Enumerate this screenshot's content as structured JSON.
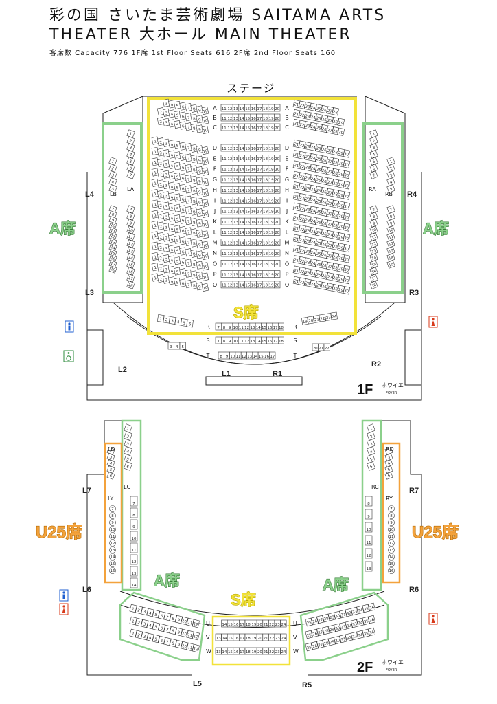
{
  "header": {
    "title_line1": "彩の国 さいたま芸術劇場 SAITAMA ARTS",
    "title_line2": "THEATER 大ホール MAIN THEATER",
    "capacity_line": "客席数 Capacity  776 1F席 1st Floor Seats 616 2F席 2nd Floor Seats 160"
  },
  "stage_label": "ステージ",
  "zones": {
    "s_seat": "S席",
    "a_seat": "A席",
    "u25_seat": "U25席"
  },
  "colors": {
    "s_zone": "#f2e23a",
    "a_zone": "#8bd08b",
    "u25_zone": "#f3a23c",
    "male_restroom": "#1f5fd1",
    "female_restroom": "#d8391a",
    "accessible": "#2e8b3c"
  },
  "floor1": {
    "floor_label": "1F",
    "foyer_jp": "ホワイエ",
    "foyer_en": "FOYER",
    "center_rows": [
      "A",
      "B",
      "C",
      "D",
      "E",
      "F",
      "G",
      "H",
      "I",
      "J",
      "K",
      "L",
      "M",
      "N",
      "O",
      "P",
      "Q"
    ],
    "rear_rows": [
      "R",
      "S",
      "T"
    ],
    "side_boxes": {
      "left_outer": "LB",
      "left_inner": "LA",
      "right_inner": "RA",
      "right_outer": "RB"
    },
    "doors": [
      "L4",
      "L3",
      "L2",
      "L1",
      "R1",
      "R2",
      "R3",
      "R4"
    ]
  },
  "floor2": {
    "floor_label": "2F",
    "foyer_jp": "ホワイエ",
    "foyer_en": "FOYER",
    "rows": [
      "U",
      "V",
      "W"
    ],
    "side_boxes": {
      "left_d": "LD",
      "left_c": "LC",
      "left_y": "LY",
      "right_d": "RD",
      "right_c": "RC",
      "right_y": "RY"
    },
    "doors": [
      "L7",
      "L6",
      "L5",
      "R7",
      "R6",
      "R5"
    ]
  },
  "icons": [
    "male-restroom-icon",
    "female-restroom-icon",
    "wheelchair-icon"
  ]
}
